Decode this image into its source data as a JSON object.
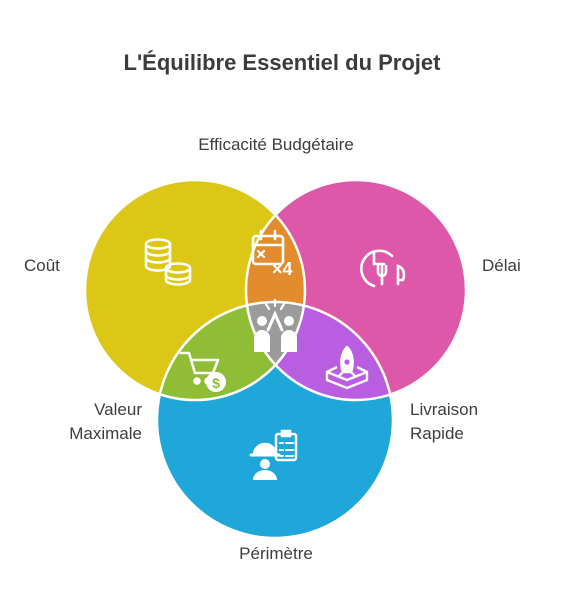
{
  "title": "L'Équilibre Essentiel du Projet",
  "labels": {
    "cost": "Coût",
    "delay": "Délai",
    "scope": "Périmètre",
    "budget_efficiency": "Efficacité Budgétaire",
    "max_value_1": "Valeur",
    "max_value_2": "Maximale",
    "fast_delivery_1": "Livraison",
    "fast_delivery_2": "Rapide"
  },
  "colors": {
    "cost": "#dcc716",
    "delay": "#de58aa",
    "scope": "#1ea7d8",
    "cost_delay": "#e28c2e",
    "cost_scope": "#8fbe36",
    "delay_scope": "#b95ee0",
    "center": "#9b9b9b"
  },
  "icons": {
    "cost": "coins-stack-icon",
    "delay": "clock-cutlery-icon",
    "scope": "worker-checklist-icon",
    "budget_efficiency": "calendar-x4-icon",
    "max_value": "cart-dollar-icon",
    "fast_delivery": "rocket-box-icon",
    "center": "high-five-icon"
  }
}
